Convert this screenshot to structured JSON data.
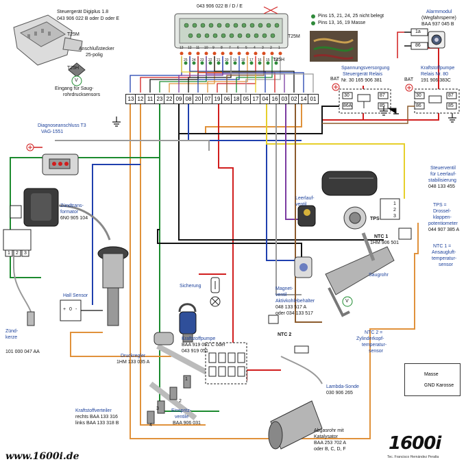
{
  "header": {
    "part_number": "043 906 022 B / D / E",
    "pins_unused": "Pins 15, 21, 24, 25 nicht belegt",
    "pins_ground": "Pins 13, 16, 19 Masse",
    "t25m": "T25M",
    "t25h": "T25H"
  },
  "ecu": {
    "title": "Steuergerät Digiplus 1.8",
    "part": "043 906 022 B oder D oder E",
    "t25m": "T25M",
    "connector_label": "Anschlußstecker",
    "connector_pins": "25-polig",
    "t25h": "T25H",
    "input_label": "Eingang für Saug-",
    "input_label2": "rohrdrucksensors",
    "pins": [
      "13",
      "12",
      "11",
      "23",
      "22",
      "09",
      "08",
      "20",
      "07",
      "19",
      "06",
      "18",
      "05",
      "17",
      "04",
      "16",
      "03",
      "02",
      "14",
      "01"
    ],
    "top_pins_upper": [
      "13",
      "12",
      "11",
      "10",
      "9",
      "8",
      "7",
      "6",
      "5",
      "4",
      "3",
      "2",
      "1"
    ],
    "top_pins_lower": [
      "25",
      "24",
      "23",
      "22",
      "21",
      "20",
      "19",
      "18",
      "17",
      "16",
      "15",
      "14"
    ]
  },
  "alarm": {
    "title": "Alarmmodul",
    "subtitle": "(Wegfahrsperre)",
    "part": "BAA 937 045 B",
    "pin1": "1a",
    "pin2": "86"
  },
  "power": {
    "title": "Spannungsversorgung",
    "subtitle": "Steuergerät Relais",
    "part": "Nr. 30  165 906 381",
    "bat": "BAT",
    "pins": [
      "30",
      "87",
      "86A",
      "85"
    ]
  },
  "fuelpump_relay": {
    "title": "Kraftstoffpumpe",
    "subtitle": "Relais Nr. 80",
    "part": "191 906 383C",
    "bat": "BAT",
    "pins": [
      "30",
      "87",
      "86",
      "85"
    ]
  },
  "diag": {
    "title": "Diagnoseanschluss T3",
    "part": "VAG-1551"
  },
  "coil": {
    "title": "Zündtrans-",
    "title2": "formator",
    "part": "6N0 905 104",
    "pins": [
      "1",
      "2",
      "3"
    ]
  },
  "idle": {
    "title": "Leerlauf-",
    "title2": "ventil"
  },
  "stabil": {
    "title": "Steuerventil",
    "line2": "für Leerlauf-",
    "line3": "stabilisierung",
    "part": "048 133 455"
  },
  "tps": {
    "short": "TPS",
    "title": "TPS =",
    "line2": "Drossel-",
    "line3": "klappen-",
    "line4": "potentiometer",
    "part": "044 907 385 A",
    "pins": [
      "1",
      "2",
      "3"
    ]
  },
  "ntc1": {
    "short": "NTC 1",
    "part": "1HM 906 501",
    "title": "NTC 1 =",
    "line2": "Ansaugluft-",
    "line3": "temperatur-",
    "line4": "sensor"
  },
  "intake": {
    "label": "Saugrohr",
    "v_label": "V"
  },
  "solenoid": {
    "title": "Magnet-",
    "line2": "ventil",
    "line3": "Aktivkohlebehälter",
    "part1": "048 133 517 A",
    "part2": "oder 034 133 517"
  },
  "ntc2": {
    "short": "NTC 2",
    "title": "NTC 2 =",
    "line2": "Zylinderkopf-",
    "line3": "temperatur-",
    "line4": "sensor"
  },
  "hall": {
    "title": "Hall Sensor",
    "pins": [
      "+",
      "0",
      "-"
    ]
  },
  "fuse": {
    "title": "Sicherung"
  },
  "fuelpump": {
    "title": "Kraftstoffpumpe",
    "part1": "BAA 919 051 C oder",
    "part2": "043 919 051"
  },
  "regulator": {
    "title": "Druckregler",
    "part": "1HM 133 035 A"
  },
  "injectors": {
    "title": "Einspritz-",
    "line2": "ventile",
    "part": "BAA 906 031",
    "numbers": [
      "1",
      "2",
      "3",
      "4"
    ]
  },
  "spark": {
    "title": "Zünd-",
    "line2": "kerze",
    "part": "101 000 047 AA"
  },
  "distributor": {
    "title": "Kraftstoffverteiler",
    "line2": "rechts BAA 133 316",
    "line3": "links BAA 133 318 B"
  },
  "lambda": {
    "title": "Lambda-Sonde",
    "part": "030 906 265"
  },
  "exhaust": {
    "title": "Abgasrohr mit",
    "line2": "Katalysator",
    "part": "BAA 253 702 A",
    "line4": "oder B, C, D, F"
  },
  "legend": {
    "masse": "Masse",
    "gnd": "GND Karosse"
  },
  "footer": {
    "website": "www.1600i.de",
    "brand": "1600i",
    "credit": "Tec. Francisco Hernández Peralta"
  },
  "colors": {
    "black": "#111111",
    "red": "#d11d1d",
    "darkred": "#9b1b1b",
    "blue": "#1f3fae",
    "green": "#1b8a2e",
    "orange": "#e0913a",
    "yellow": "#e6cf2a",
    "grey": "#9a9a9a",
    "purple": "#7a3aa0",
    "brown": "#8b5a2b"
  }
}
